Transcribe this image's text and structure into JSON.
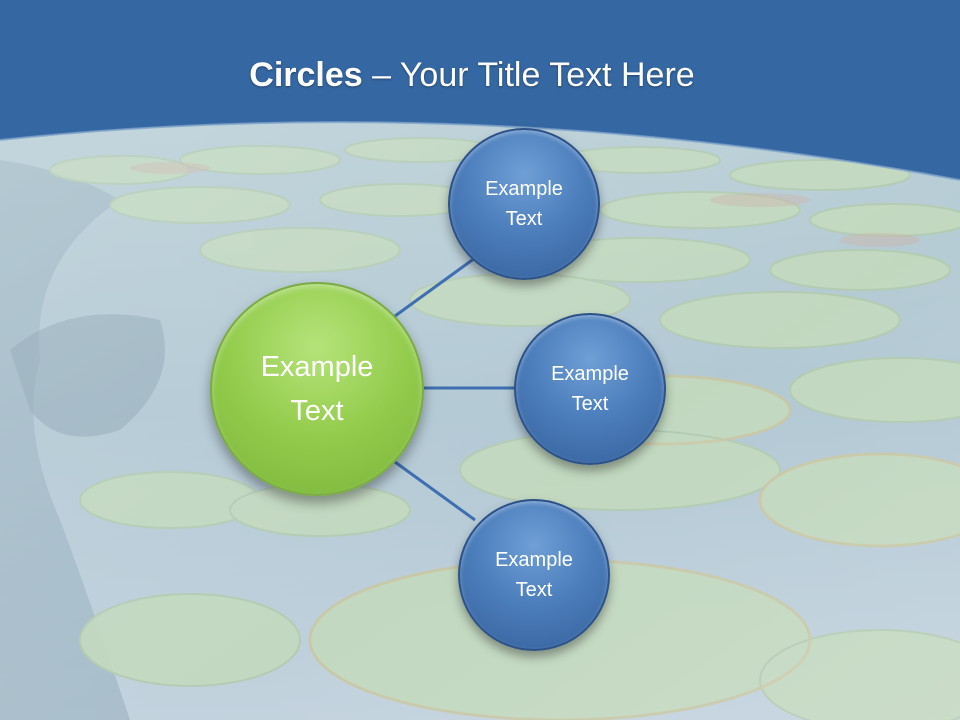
{
  "title": {
    "bold": "Circles",
    "rest": " – Your Title Text Here"
  },
  "center": {
    "label_line1": "Example",
    "label_line2": "Text"
  },
  "satellites": [
    {
      "label_line1": "Example",
      "label_line2": "Text"
    },
    {
      "label_line1": "Example",
      "label_line2": "Text"
    },
    {
      "label_line1": "Example",
      "label_line2": "Text"
    }
  ],
  "colors": {
    "header_blue": "#2f5f9a",
    "circle_blue": "#4d7fbd",
    "circle_green": "#93cc4c",
    "connector": "#3f6fb0"
  },
  "background": "lily-pad-pond-photo"
}
